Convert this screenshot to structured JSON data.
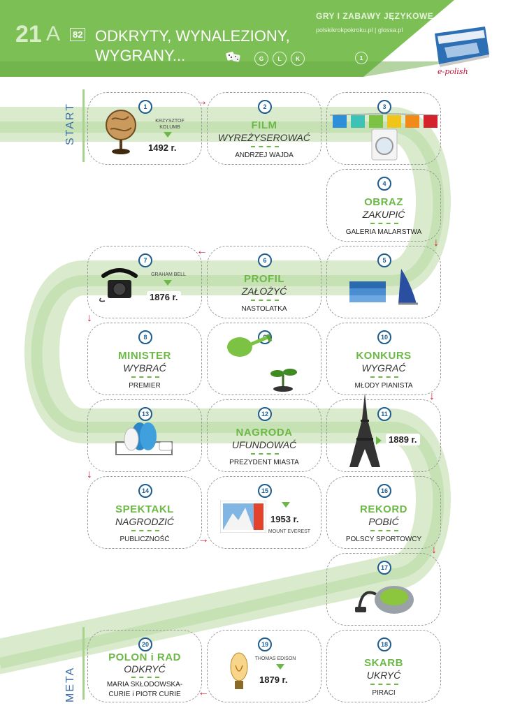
{
  "header": {
    "lesson_number": "21",
    "lesson_letter": "A",
    "page_badge": "82",
    "title_line1": "ODKRYTY, WYNALEZIONY,",
    "title_line2": "WYGRANY...",
    "series": "GRY I ZABAWY JĘZYKOWE",
    "sites": "polskikrokpokroku.pl | glossa.pl",
    "levels": [
      "G",
      "L",
      "K"
    ],
    "sheet_number": "1",
    "brand": "e-polish"
  },
  "labels": {
    "start": "START",
    "meta": "META"
  },
  "cells": [
    {
      "n": "1",
      "person": "KRZYSZTOF KOLUMB",
      "year": "1492 r.",
      "icon": "globe-icon"
    },
    {
      "n": "2",
      "noun": "FILM",
      "verb": "WYREŻYSEROWAĆ",
      "subject": "ANDRZEJ WAJDA"
    },
    {
      "n": "3",
      "icon": "laundry-icon"
    },
    {
      "n": "4",
      "noun": "OBRAZ",
      "verb": "ZAKUPIĆ",
      "subject": "GALERIA MALARSTWA"
    },
    {
      "n": "5",
      "icon": "iron-icon"
    },
    {
      "n": "6",
      "noun": "PROFIL",
      "verb": "ZAŁOŻYĆ",
      "subject": "NASTOLATKA"
    },
    {
      "n": "7",
      "person": "GRAHAM BELL",
      "year": "1876 r.",
      "icon": "telephone-icon"
    },
    {
      "n": "8",
      "noun": "MINISTER",
      "verb": "WYBRAĆ",
      "subject": "PREMIER"
    },
    {
      "n": "9",
      "icon": "watering-can-icon"
    },
    {
      "n": "10",
      "noun": "KONKURS",
      "verb": "WYGRAĆ",
      "subject": "MŁODY PIANISTA"
    },
    {
      "n": "11",
      "year": "1889 r.",
      "icon": "eiffel-tower-icon"
    },
    {
      "n": "12",
      "noun": "NAGRODA",
      "verb": "UFUNDOWAĆ",
      "subject": "PREZYDENT MIASTA"
    },
    {
      "n": "13",
      "icon": "dish-rack-icon"
    },
    {
      "n": "14",
      "noun": "SPEKTAKL",
      "verb": "NAGRODZIĆ",
      "subject": "PUBLICZNOŚĆ"
    },
    {
      "n": "15",
      "person": "MOUNT EVEREST",
      "year": "1953 r.",
      "icon": "stamp-icon"
    },
    {
      "n": "16",
      "noun": "REKORD",
      "verb": "POBIĆ",
      "subject": "POLSCY SPORTOWCY"
    },
    {
      "n": "17",
      "icon": "vacuum-cleaner-icon"
    },
    {
      "n": "18",
      "noun": "SKARB",
      "verb": "UKRYĆ",
      "subject": "PIRACI"
    },
    {
      "n": "19",
      "person": "THOMAS EDISON",
      "year": "1879 r.",
      "icon": "light-bulb-icon"
    },
    {
      "n": "20",
      "noun": "POLON i RAD",
      "verb": "ODKRYĆ",
      "subject_line1": "MARIA SKŁODOWSKA-",
      "subject_line2": "CURIE i PIOTR CURIE"
    }
  ],
  "colors": {
    "green": "#6cb847",
    "path": "#cfe6bf",
    "number": "#1d5d8f",
    "arrow": "#d6203a"
  }
}
